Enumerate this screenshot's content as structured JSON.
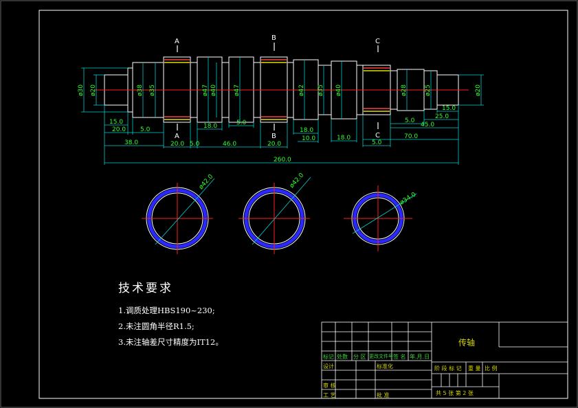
{
  "colors": {
    "frame": "#ffffff",
    "outline": "#ffffff",
    "centerline": "#ff2020",
    "dimension": "#00d0d0",
    "dimtext": "#30ff30",
    "blue": "#2828ff",
    "yellow": "#e0e000"
  },
  "section_labels": [
    "A",
    "B",
    "C"
  ],
  "dimensions": {
    "diameters": [
      "ø30",
      "ø20",
      "ø38",
      "ø35",
      "ø47",
      "ø40",
      "ø47",
      "ø42",
      "ø35",
      "ø40",
      "ø28",
      "ø25",
      "ø20"
    ],
    "lengths": [
      "15.0",
      "20.0",
      "5.0",
      "38.0",
      "20.0",
      "18.0",
      "5.0",
      "5.0",
      "46.0",
      "20.0",
      "18.0",
      "10.0",
      "18.0",
      "5.0",
      "5.0",
      "45.0",
      "25.0",
      "15.0",
      "70.0"
    ],
    "total": "260.0"
  },
  "sections": [
    {
      "label": "ø42.0"
    },
    {
      "label": "ø42.0"
    },
    {
      "label": "ø34.0"
    }
  ],
  "tech_requirements": {
    "title": "技术要求",
    "items": [
      "1.调质处理HBS190~230;",
      "2.未注圆角半径R1.5;",
      "3.未注轴差尺寸精度为IT12。"
    ]
  },
  "title_block": {
    "part_name": "传轴",
    "row_headers": [
      "标记",
      "处数",
      "分 区",
      "更改文件号",
      "签 名",
      "年.月.日"
    ],
    "design": "设计",
    "standardize": "标准化",
    "review": "审 核",
    "process": "工 艺",
    "approve": "批 准",
    "stage_mark": "阶 段 标 记",
    "weight": "重 量",
    "scale": "比 例",
    "sheets": "共 5 张   第 2 张"
  }
}
